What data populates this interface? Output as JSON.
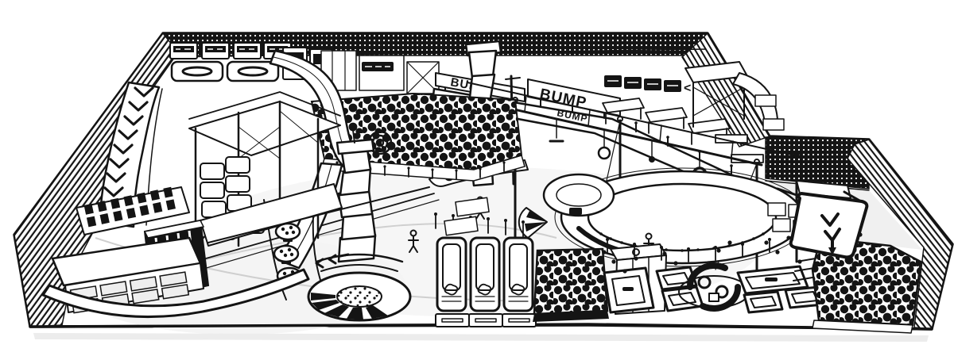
{
  "palette": {
    "paper": "#ffffff",
    "ink": "#141414",
    "shade": "#ebebeb"
  },
  "signs": {
    "bump_banner_1": "BUMP",
    "bump_banner_2": "BUMP",
    "bump_banner_3": "BUMP",
    "direction_arrow": "<"
  }
}
